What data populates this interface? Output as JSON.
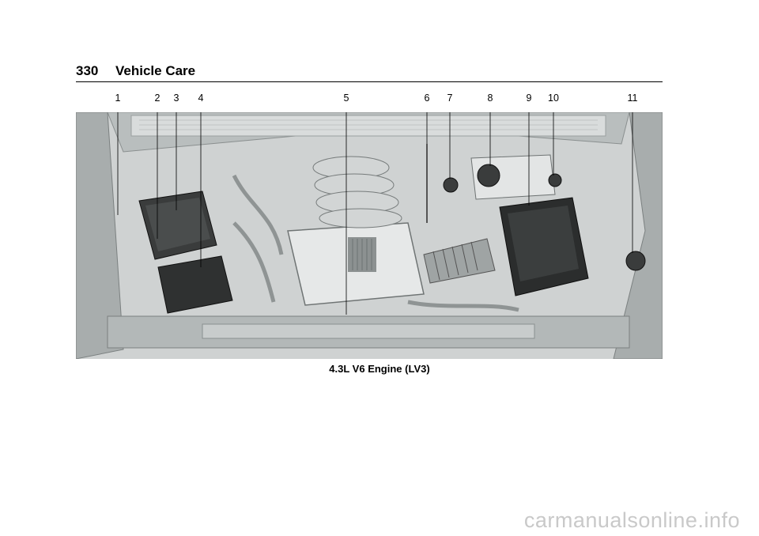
{
  "header": {
    "page_number": "330",
    "section_title": "Vehicle Care"
  },
  "callouts": [
    "1",
    "2",
    "3",
    "4",
    "5",
    "6",
    "7",
    "8",
    "9",
    "10",
    "11"
  ],
  "figure": {
    "caption": "4.3L V6 Engine (LV3)"
  },
  "watermark": "carmanualsonline.info"
}
